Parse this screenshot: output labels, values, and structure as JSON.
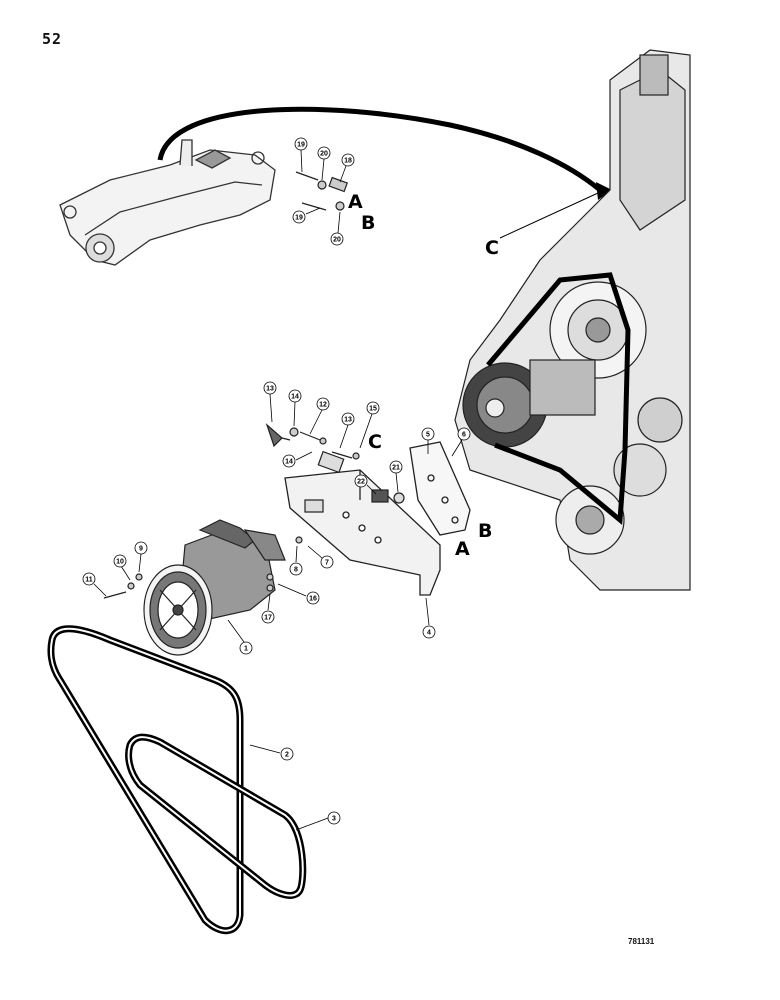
{
  "page_number": "52",
  "figure_id": "781131",
  "ref_letters": [
    "A",
    "B",
    "C"
  ],
  "callouts": [
    "1",
    "2",
    "3",
    "4",
    "5",
    "6",
    "7",
    "8",
    "9",
    "10",
    "11",
    "12",
    "13",
    "13",
    "14",
    "14",
    "15",
    "16",
    "17",
    "18",
    "19",
    "19",
    "20",
    "20",
    "21",
    "22"
  ]
}
